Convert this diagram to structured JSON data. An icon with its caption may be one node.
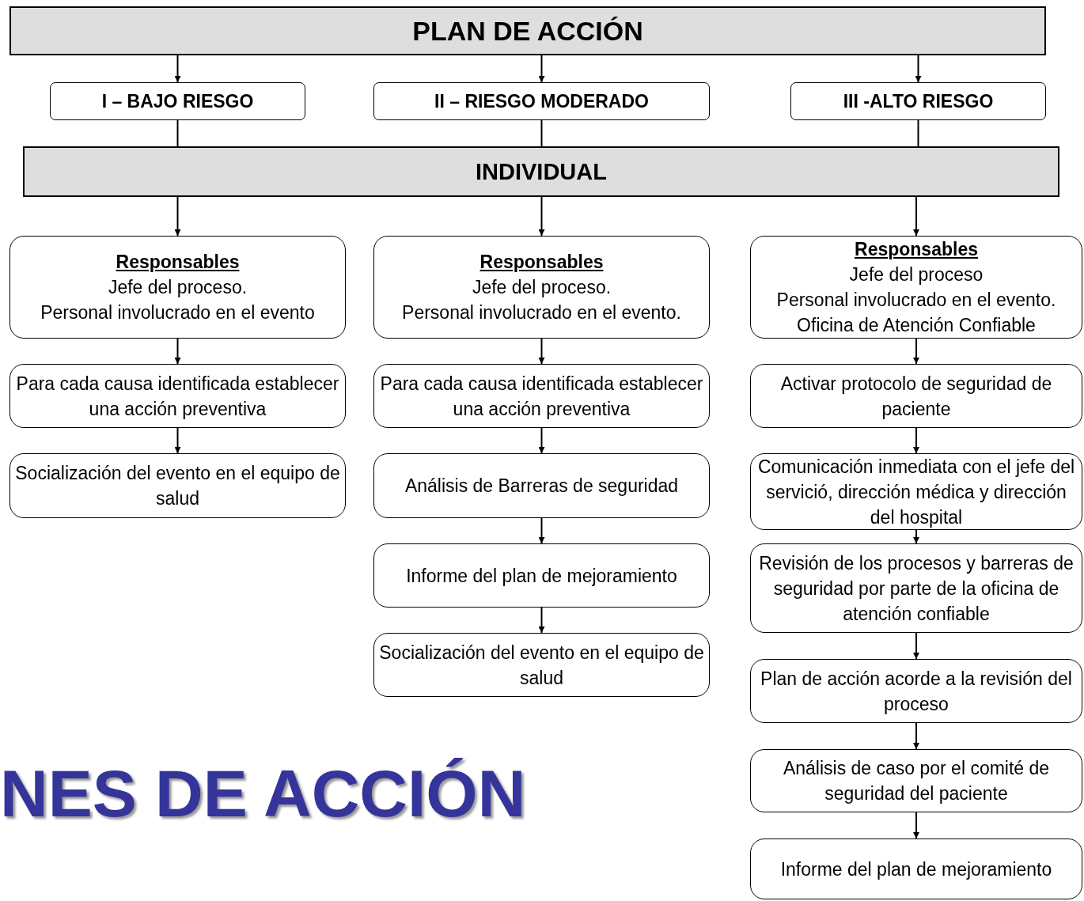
{
  "diagram": {
    "nodes": [
      {
        "text": [
          "PLAN DE ACCIÓN"
        ]
      },
      {
        "text": [
          "I – BAJO RIESGO"
        ]
      },
      {
        "text": [
          "II – RIESGO MODERADO"
        ]
      },
      {
        "text": [
          "III -ALTO RIESGO"
        ]
      },
      {
        "text": [
          "INDIVIDUAL"
        ]
      },
      {
        "text": [
          "Responsables",
          "Jefe del proceso.",
          "Personal involucrado en el evento"
        ]
      },
      {
        "text": [
          "Para cada causa identificada establecer una acción preventiva"
        ]
      },
      {
        "text": [
          "Socialización del evento en el equipo de salud"
        ]
      },
      {
        "text": [
          "Responsables",
          "Jefe del proceso.",
          "Personal involucrado en el evento."
        ]
      },
      {
        "text": [
          "Para cada causa identificada establecer una acción preventiva"
        ]
      },
      {
        "text": [
          "Análisis de Barreras de seguridad"
        ]
      },
      {
        "text": [
          "Informe del plan de mejoramiento"
        ]
      },
      {
        "text": [
          "Socialización del evento en el equipo de salud"
        ]
      },
      {
        "text": [
          "Responsables",
          "Jefe del proceso",
          "Personal involucrado en el evento.",
          "Oficina de Atención Confiable"
        ]
      },
      {
        "text": [
          "Activar protocolo de seguridad de paciente"
        ]
      },
      {
        "text": [
          "Comunicación inmediata con el jefe del servició, dirección médica  y dirección del hospital"
        ]
      },
      {
        "text": [
          "Revisión de los procesos y barreras de seguridad por parte de la oficina de atención confiable"
        ]
      },
      {
        "text": [
          "Plan de acción acorde a la revisión del proceso"
        ]
      },
      {
        "text": [
          "Análisis de caso por el comité de seguridad del paciente"
        ]
      },
      {
        "text": [
          "Informe del plan de mejoramiento"
        ]
      }
    ],
    "edges": [
      {
        "from": 0,
        "to": 1,
        "arrow": "to"
      },
      {
        "from": 0,
        "to": 2,
        "arrow": "to"
      },
      {
        "from": 0,
        "to": 3,
        "arrow": "to"
      },
      {
        "from": 1,
        "to": 4,
        "arrow": "none"
      },
      {
        "from": 2,
        "to": 4,
        "arrow": "none"
      },
      {
        "from": 3,
        "to": 4,
        "arrow": "none"
      },
      {
        "from": 4,
        "to": 5,
        "arrow": "to"
      },
      {
        "from": 4,
        "to": 8,
        "arrow": "to"
      },
      {
        "from": 4,
        "to": 13,
        "arrow": "to"
      },
      {
        "from": 5,
        "to": 6,
        "arrow": "to"
      },
      {
        "from": 6,
        "to": 7,
        "arrow": "to"
      },
      {
        "from": 8,
        "to": 9,
        "arrow": "to"
      },
      {
        "from": 9,
        "to": 10,
        "arrow": "to"
      },
      {
        "from": 10,
        "to": 11,
        "arrow": "to"
      },
      {
        "from": 11,
        "to": 12,
        "arrow": "to"
      },
      {
        "from": 13,
        "to": 14,
        "arrow": "to"
      },
      {
        "from": 14,
        "to": 15,
        "arrow": "to"
      },
      {
        "from": 15,
        "to": 16,
        "arrow": "to"
      },
      {
        "from": 16,
        "to": 17,
        "arrow": "to"
      },
      {
        "from": 17,
        "to": 18,
        "arrow": "to"
      },
      {
        "from": 18,
        "to": 19,
        "arrow": "to"
      }
    ],
    "labels": [
      "NES DE ACCIÓN"
    ]
  }
}
